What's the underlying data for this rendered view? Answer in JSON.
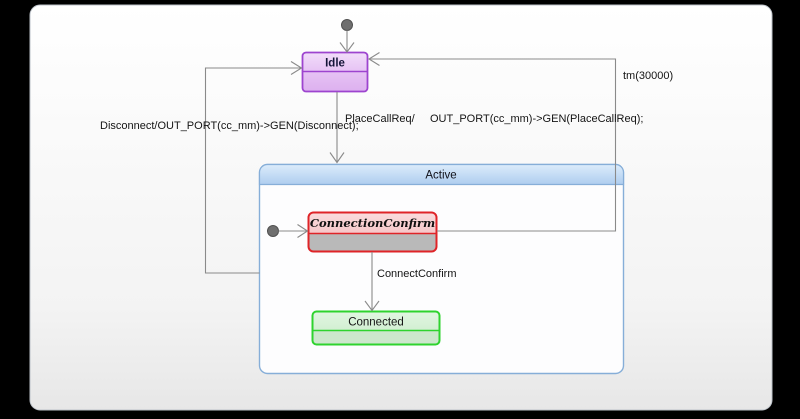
{
  "window": {
    "background": "#000000"
  },
  "panel": {
    "fill_top": "#ffffff",
    "fill_bottom": "#e9e9e9",
    "border": "#bcc2c9"
  },
  "states": {
    "idle": {
      "label": "Idle",
      "border_color": "#9d44cf",
      "fill": "#e9c9f5"
    },
    "active": {
      "label": "Active",
      "border_color": "#86aed8",
      "header_fill": "#c3dbf3"
    },
    "connection_confirm": {
      "label": "ConnectionConfirm",
      "border_color": "#df2428",
      "header_fill": "#f6c9ca",
      "body_fill": "#b9b9b9"
    },
    "connected": {
      "label": "Connected",
      "border_color": "#2fd32f",
      "fill": "#d4efd4"
    }
  },
  "transitions": {
    "place_call_req": {
      "trigger_label": "PlaceCallReq/",
      "action_label": "OUT_PORT(cc_mm)->GEN(PlaceCallReq);"
    },
    "disconnect": {
      "label": "Disconnect/OUT_PORT(cc_mm)->GEN(Disconnect);"
    },
    "timeout": {
      "label": "tm(30000)"
    },
    "connect_confirm": {
      "label": "ConnectConfirm"
    }
  }
}
